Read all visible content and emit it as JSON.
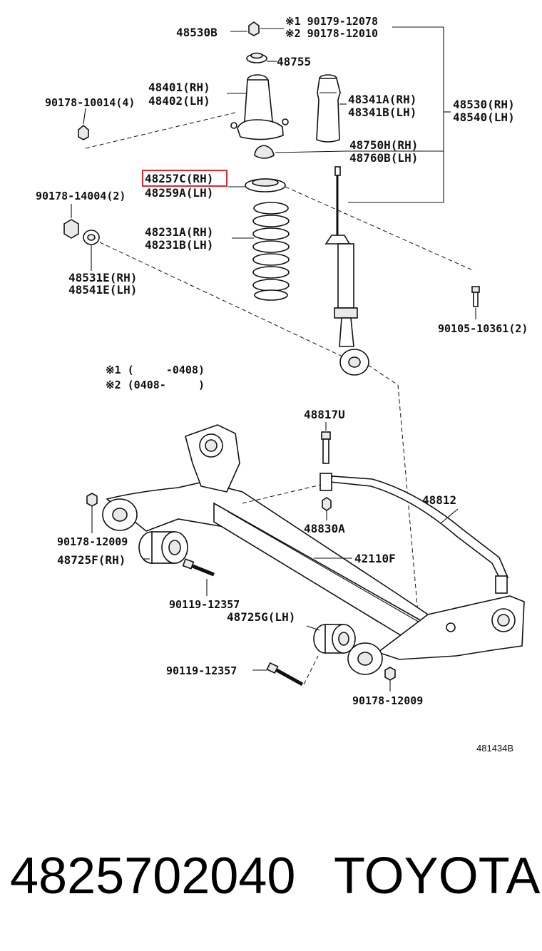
{
  "diagram": {
    "labels": {
      "note1_parts": "※1 90179-12078",
      "note2_parts": "※2 90178-12010",
      "p48530b": "48530B",
      "p48755": "48755",
      "p48401": "48401(RH)",
      "p48402": "48402(LH)",
      "p90178_10014": "90178-10014(4)",
      "p48341a": "48341A(RH)",
      "p48341b": "48341B(LH)",
      "p48530": "48530(RH)",
      "p48540": "48540(LH)",
      "p48750h": "48750H(RH)",
      "p48760b": "48760B(LH)",
      "p48257c": "48257C(RH)",
      "p48259a": "48259A(LH)",
      "p90178_14004": "90178-14004(2)",
      "p48231a": "48231A(RH)",
      "p48231b": "48231B(LH)",
      "p48531e": "48531E(RH)",
      "p48541e": "48541E(LH)",
      "p90105_10361": "90105-10361(2)",
      "note1_range": "※1 (     -0408)",
      "note2_range": "※2 (0408-     )",
      "p48817u": "48817U",
      "p48812": "48812",
      "p48830a": "48830A",
      "p90178_12009_left": "90178-12009",
      "p48725f": "48725F(RH)",
      "p42110f": "42110F",
      "p90119_12357_upper": "90119-12357",
      "p48725g": "48725G(LH)",
      "p90119_12357_lower": "90119-12357",
      "p90178_12009_right": "90178-12009"
    },
    "illustration_code": "481434B",
    "highlight_color": "#e0282e"
  },
  "footer": {
    "part_number": "4825702040",
    "brand": "TOYOTA"
  }
}
